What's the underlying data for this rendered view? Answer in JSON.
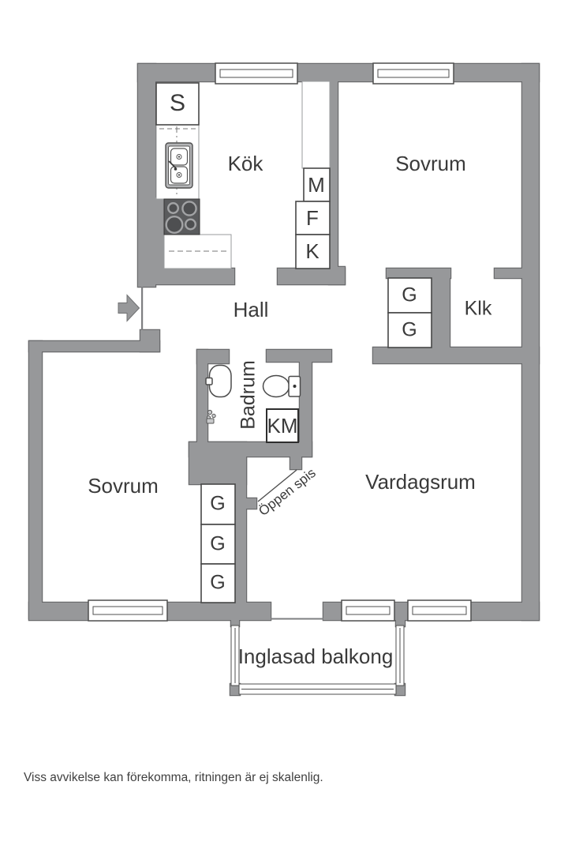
{
  "plan": {
    "rooms": {
      "kitchen": "Kök",
      "bedroom_top": "Sovrum",
      "bedroom_left": "Sovrum",
      "hall": "Hall",
      "closet": "Klk",
      "bathroom": "Badrum",
      "living_room": "Vardagsrum",
      "balcony": "Inglasad balkong",
      "fireplace": "Öppen spis"
    },
    "units": {
      "pantry": "S",
      "microwave": "M",
      "fridge": "F",
      "freezer": "K",
      "washer": "KM",
      "wardrobe": "G"
    },
    "disclaimer": "Viss avvikelse kan förekomma, ritningen är ej skalenlig."
  },
  "colors": {
    "wall": "#97989a",
    "outline": "#6a6b6d",
    "text": "#3a3a3a",
    "box-stroke": "#474747",
    "light-stroke": "#9a9b9d"
  }
}
